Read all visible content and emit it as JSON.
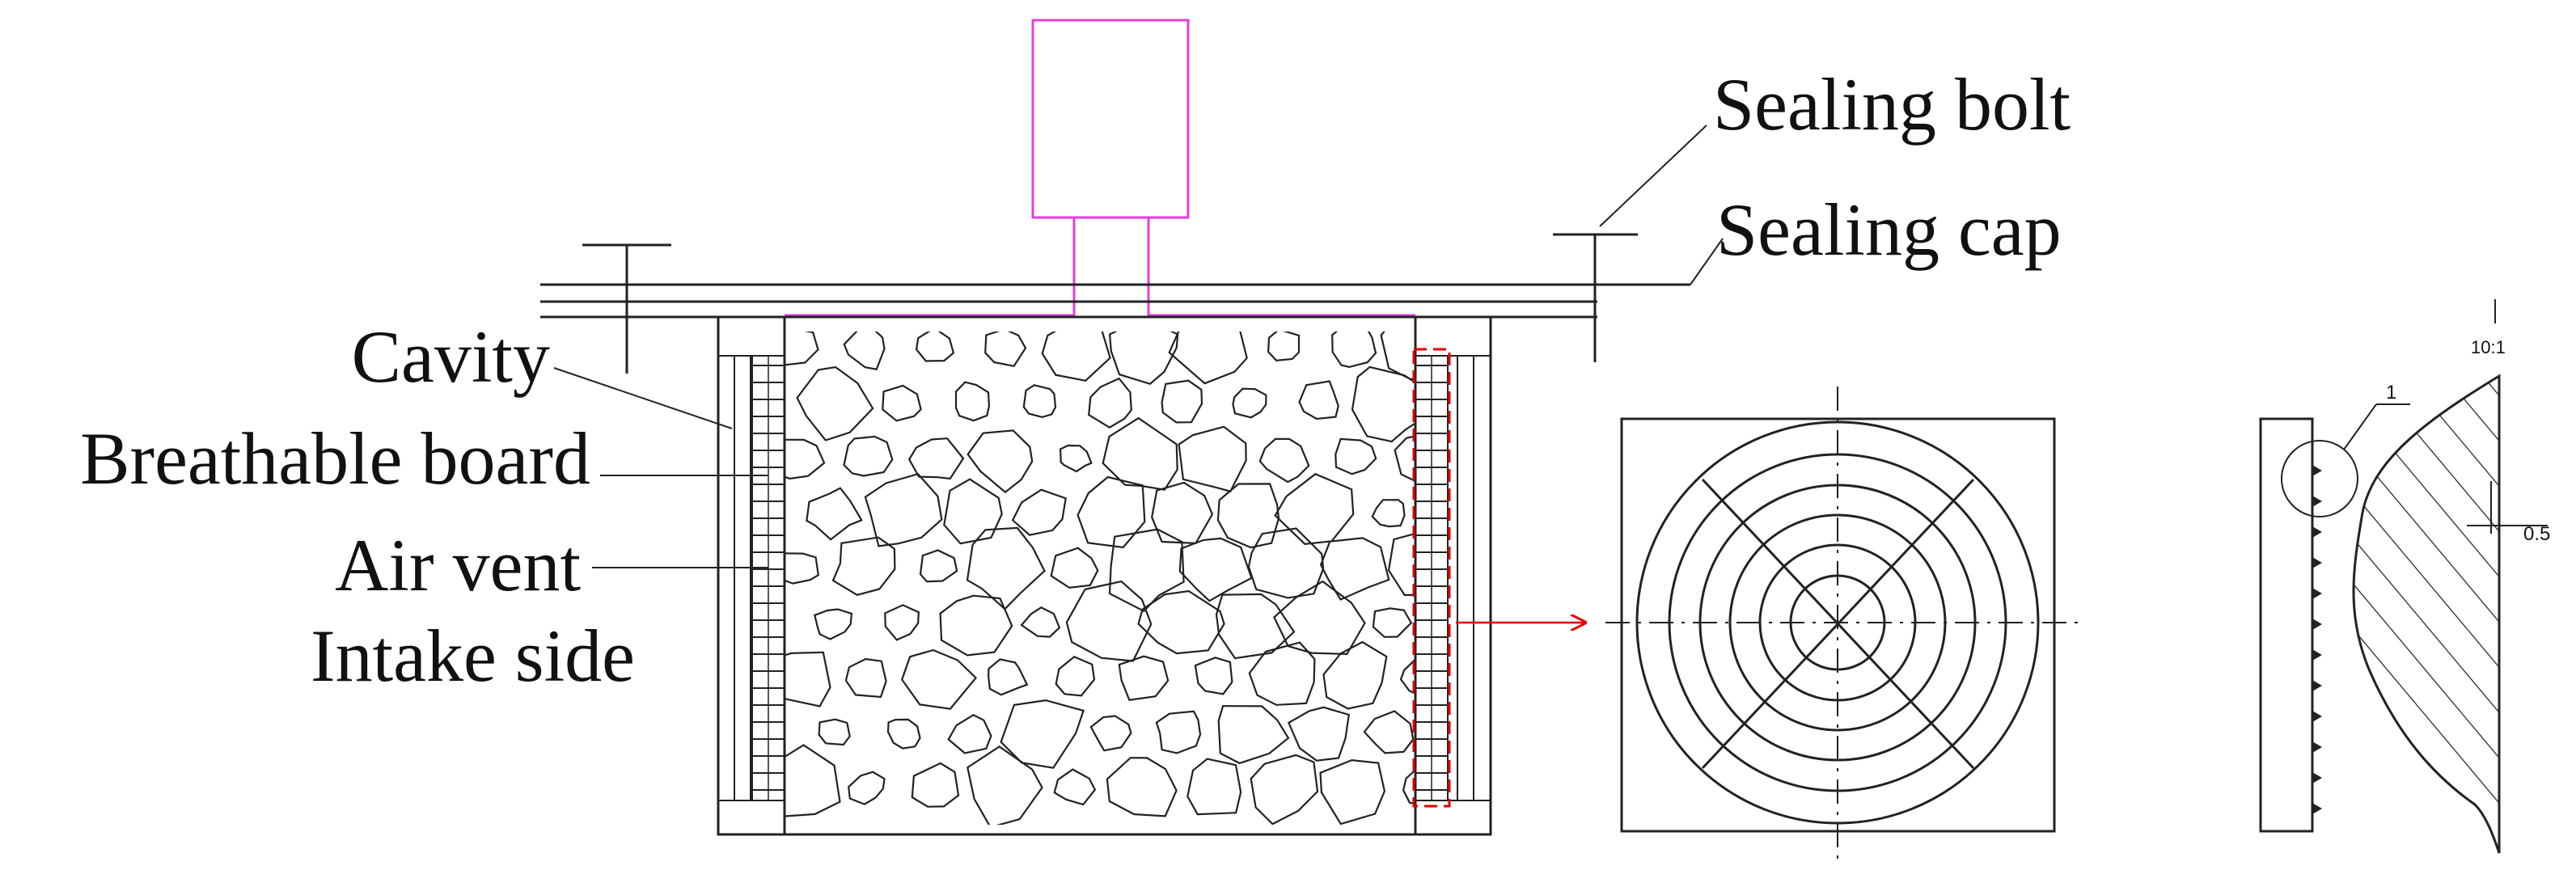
{
  "labels": {
    "sealing_bolt": "Sealing bolt",
    "sealing_cap": "Sealing cap",
    "cavity": "Cavity",
    "breathable_board": "Breathable board",
    "air_vent": "Air vent",
    "intake_side": "Intake side"
  },
  "detail": {
    "scale": "10:1",
    "callout": "1",
    "dimension": "0.5"
  },
  "colors": {
    "line": "#222222",
    "pipe": "#e040e0",
    "highlight": "#e00000"
  }
}
